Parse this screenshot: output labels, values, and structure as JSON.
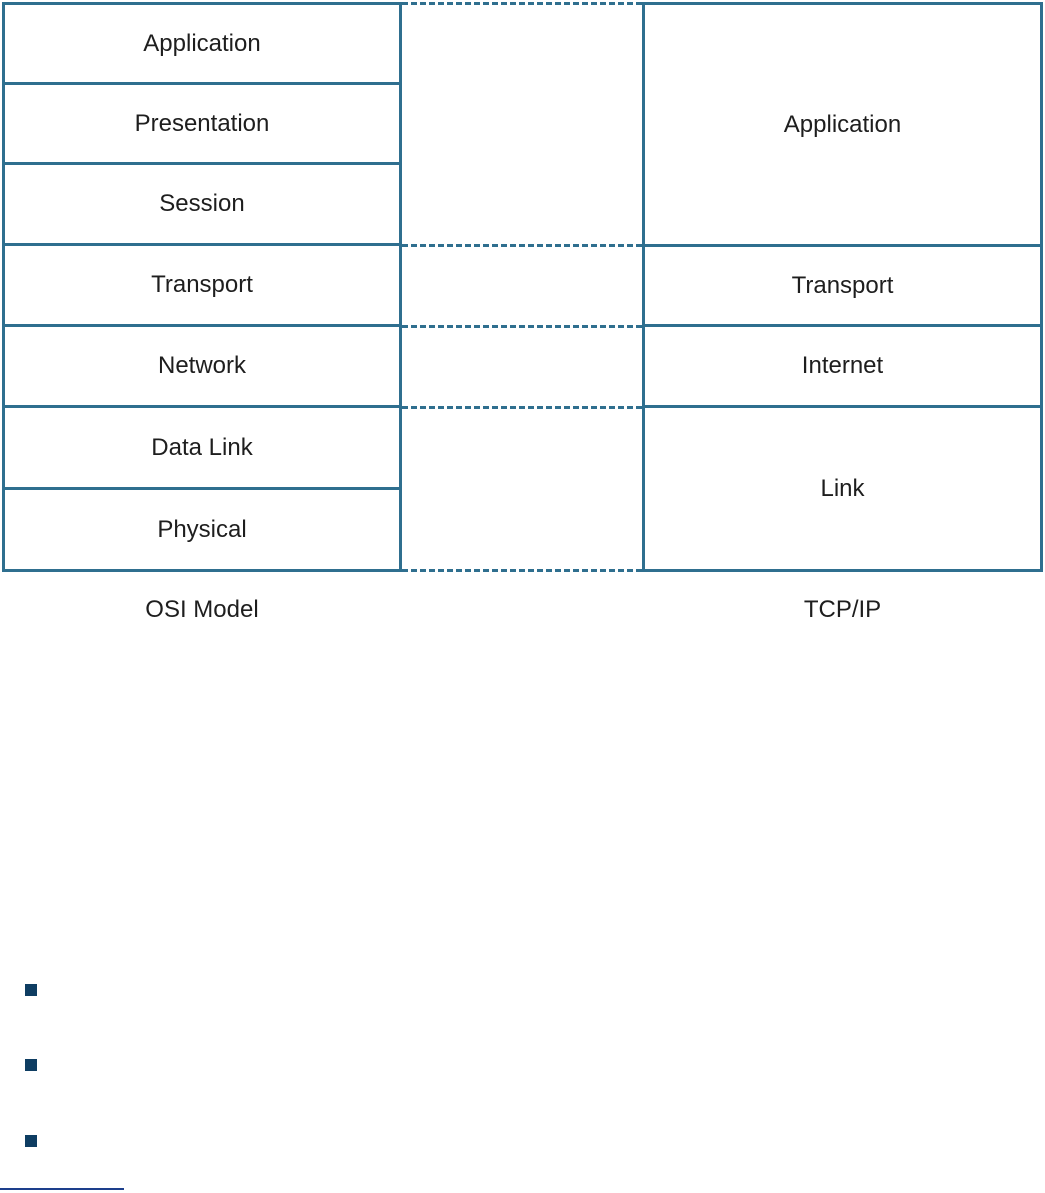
{
  "osi": {
    "caption": "OSI Model",
    "layers": [
      "Application",
      "Presentation",
      "Session",
      "Transport",
      "Network",
      "Data Link",
      "Physical"
    ]
  },
  "tcpip": {
    "caption": "TCP/IP",
    "layers": [
      "Application",
      "Transport",
      "Internet",
      "Link"
    ]
  },
  "colors": {
    "border": "#2f6f8f",
    "bullet": "#0e3d62",
    "link_underline": "#1d3f8c"
  }
}
